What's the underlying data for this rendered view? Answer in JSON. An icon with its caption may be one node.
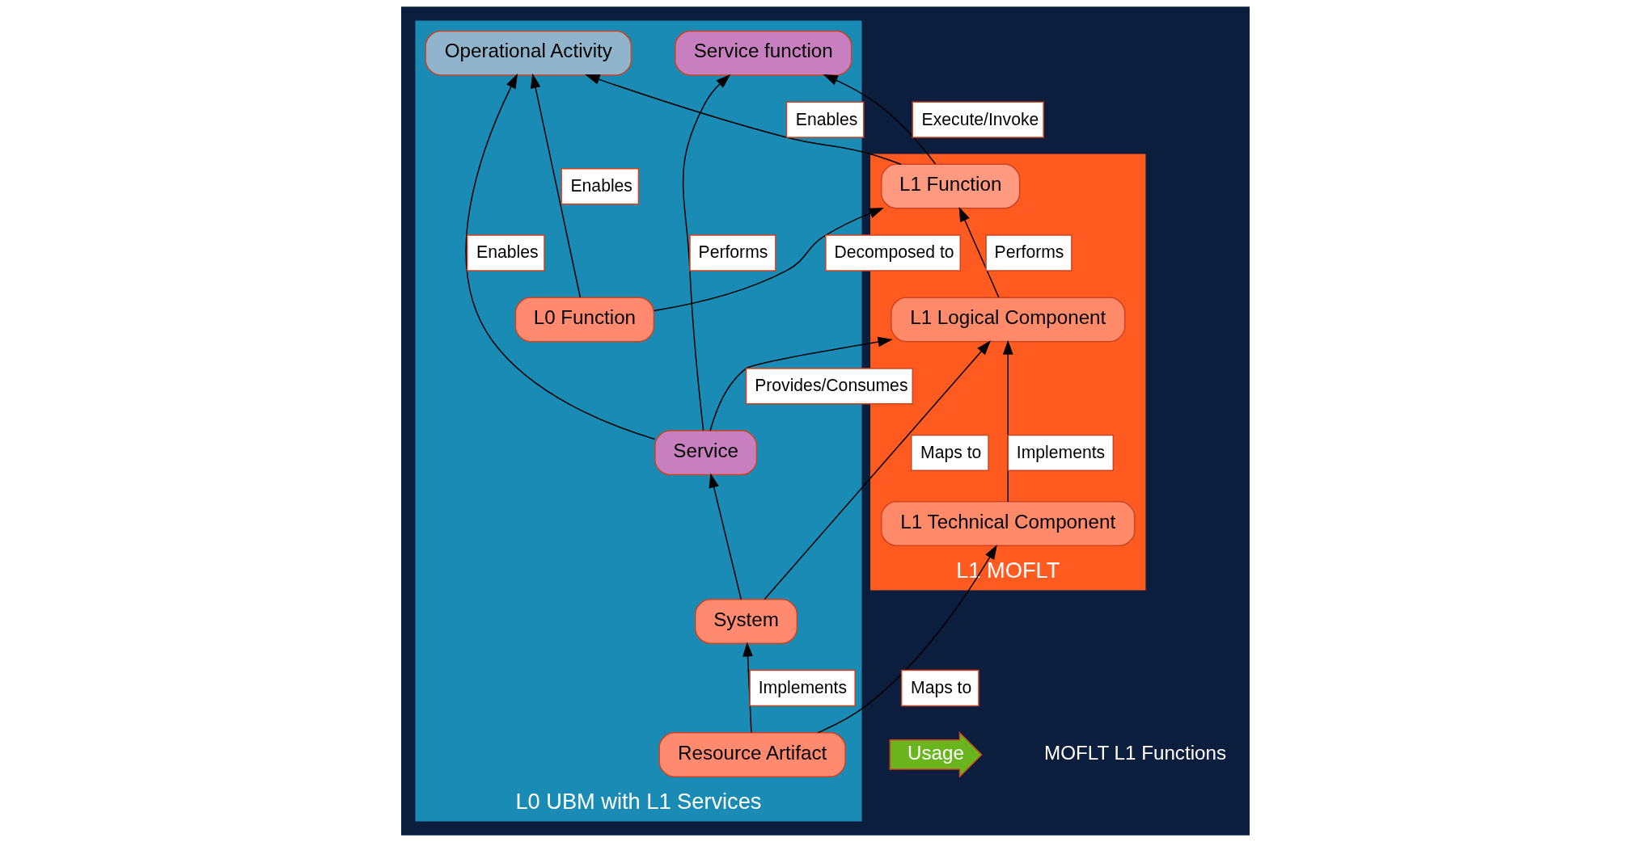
{
  "diagram": {
    "nodes": [
      {
        "text": [
          "L1 MOFLT"
        ]
      },
      {
        "text": [
          "L1 Function"
        ],
        "in": 0
      },
      {
        "text": [
          "L1 Logical Component"
        ],
        "in": 0
      },
      {
        "text": [
          "L1 Technical Component"
        ],
        "in": 0
      },
      {
        "text": [
          "L0 UBM with L1 Services"
        ]
      },
      {
        "text": [
          "Operational Activity"
        ],
        "in": 4
      },
      {
        "text": [
          "L0 Function"
        ],
        "in": 4
      },
      {
        "text": [
          "Service function"
        ],
        "in": 4
      },
      {
        "text": [
          "Service"
        ],
        "in": 4
      },
      {
        "text": [
          "System"
        ],
        "in": 4
      },
      {
        "text": [
          "Resource Artifact"
        ],
        "in": 4
      },
      {
        "text": [
          "Usage"
        ]
      }
    ],
    "edges": [
      {
        "from": 1,
        "to": 5,
        "arrow": "to",
        "label": "Enables"
      },
      {
        "from": 6,
        "to": 5,
        "arrow": "to",
        "label": "Enables"
      },
      {
        "from": 6,
        "to": 1,
        "arrow": "to",
        "label": "Decomposed to"
      },
      {
        "from": 1,
        "to": 7,
        "arrow": "to",
        "label": "Execute/Invoke"
      },
      {
        "from": 8,
        "to": 7,
        "arrow": "to",
        "label": "Performs"
      },
      {
        "from": 8,
        "to": 5,
        "arrow": "to",
        "label": "Enables"
      },
      {
        "from": 2,
        "to": 1,
        "arrow": "to",
        "label": "Performs"
      },
      {
        "from": 8,
        "to": 2,
        "arrow": "to",
        "label": "Provides/Consumes"
      },
      {
        "from": 9,
        "to": 8,
        "arrow": "to"
      },
      {
        "from": 9,
        "to": 2,
        "arrow": "to",
        "label": "Maps to"
      },
      {
        "from": 3,
        "to": 2,
        "arrow": "to",
        "label": "Implements"
      },
      {
        "from": 10,
        "to": 9,
        "arrow": "to",
        "label": "Implements"
      },
      {
        "from": 10,
        "to": 3,
        "arrow": "to",
        "label": "Maps to"
      }
    ],
    "labels": [
      "MOFLT L1 Functions"
    ]
  }
}
